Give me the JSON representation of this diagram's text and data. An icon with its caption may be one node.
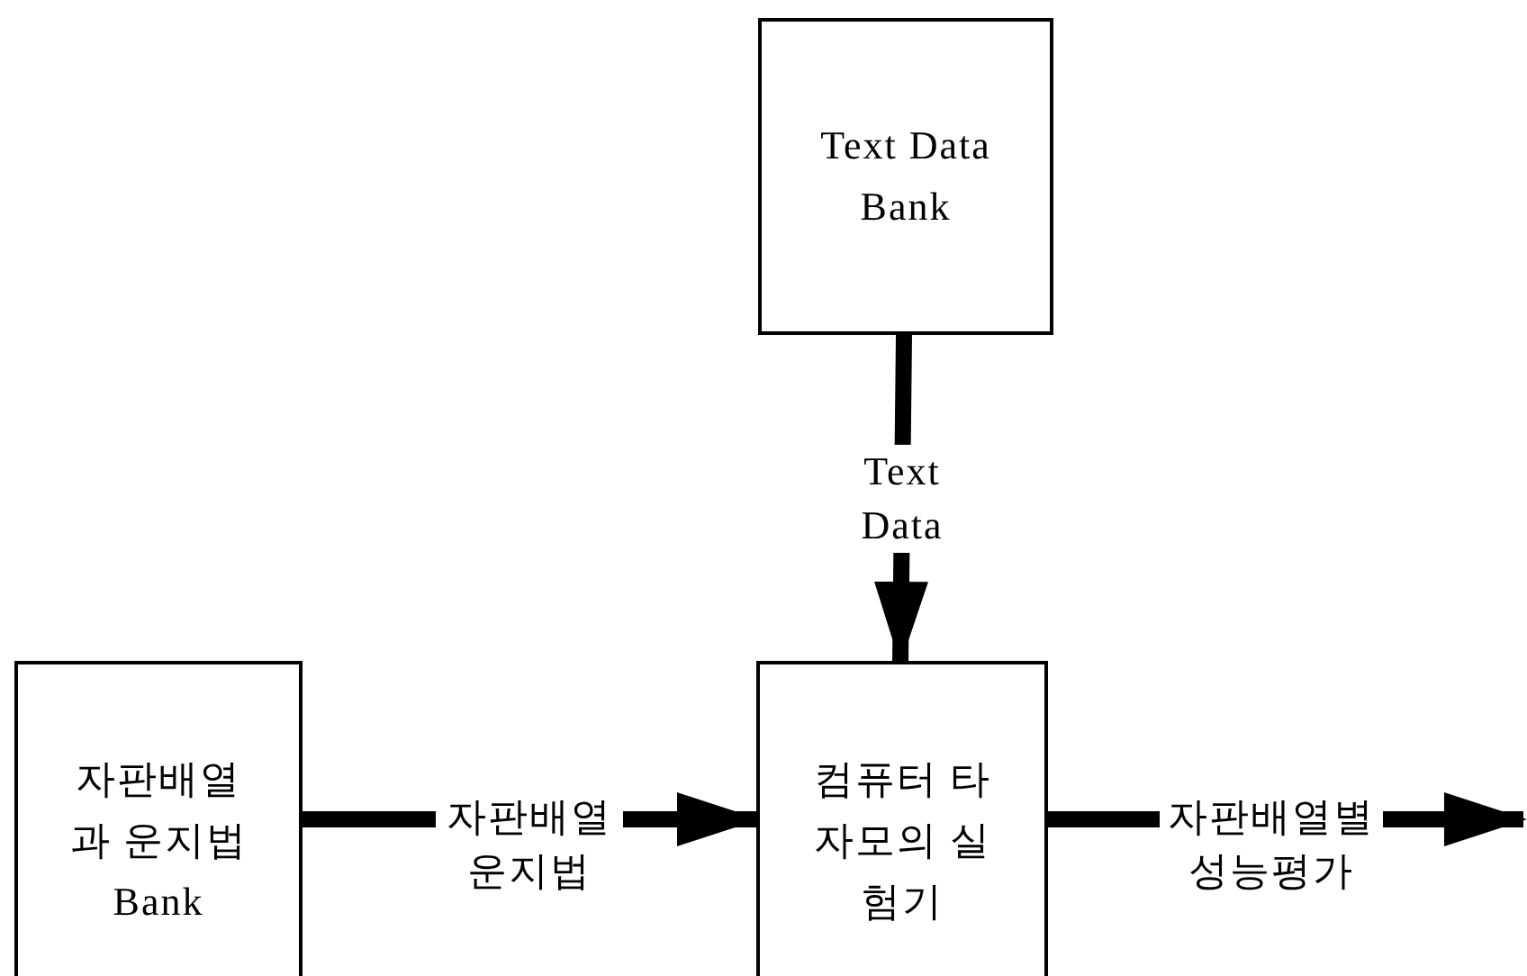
{
  "diagram": {
    "nodes": [
      {
        "text": [
          "Text Data Bank"
        ]
      },
      {
        "text": [
          "자판배열과 운지법 Bank"
        ]
      },
      {
        "text": [
          "컴퓨터 타자모의 실험기"
        ]
      }
    ],
    "edges": [
      {
        "from": 0,
        "to": 2,
        "arrow": "to",
        "label": "Text Data"
      },
      {
        "from": 1,
        "to": 2,
        "arrow": "to",
        "label": "자판배열 운지법"
      },
      {
        "from": 2,
        "to": null,
        "arrow": "to",
        "label": "자판배열별 성능평가"
      }
    ]
  }
}
